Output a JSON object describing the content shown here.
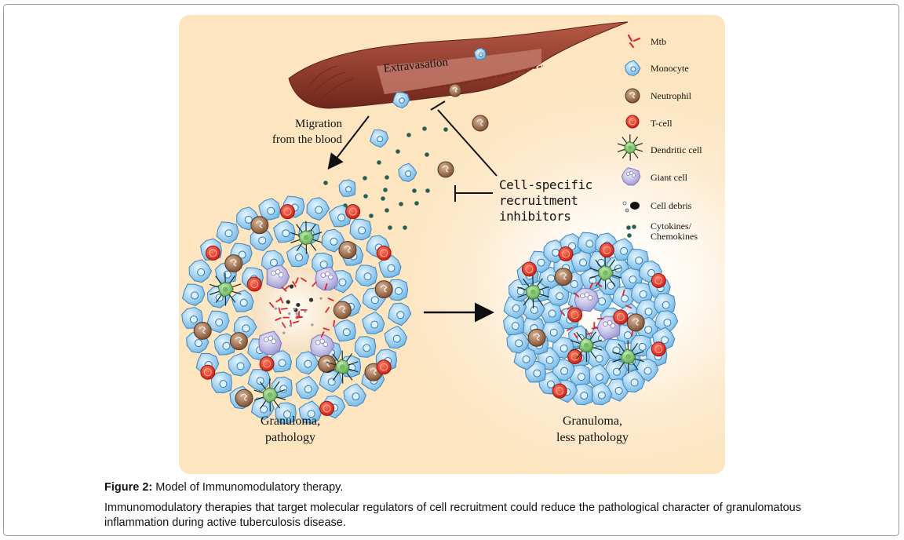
{
  "figure": {
    "blood_vessel_label": "Extravasation",
    "migration_label": [
      "Migration",
      "from the blood"
    ],
    "inhibitor_label": [
      "Cell-specific",
      "recruitment",
      "inhibitors"
    ],
    "granuloma_left_label": [
      "Granuloma,",
      "pathology"
    ],
    "granuloma_right_label": [
      "Granuloma,",
      "less pathology"
    ]
  },
  "legend": {
    "items": [
      {
        "icon": "mtb-icon",
        "label": "Mtb",
        "color": "#e0262b"
      },
      {
        "icon": "monocyte-icon",
        "label": "Monocyte",
        "color": "#9fd3f2"
      },
      {
        "icon": "neutrophil-icon",
        "label": "Neutrophil",
        "color": "#8b5a3c"
      },
      {
        "icon": "t-cell-icon",
        "label": "T-cell",
        "color": "#e23a2a"
      },
      {
        "icon": "dendritic-cell-icon",
        "label": "Dendritic cell",
        "color": "#8cc878"
      },
      {
        "icon": "giant-cell-icon",
        "label": "Giant cell",
        "color": "#b9b6e0"
      },
      {
        "icon": "cell-debris-icon",
        "label": "Cell debris",
        "color": "#222222"
      },
      {
        "icon": "cytokines-icon",
        "label": "Cytokines/\nChemokines",
        "color": "#2a5e58"
      }
    ]
  },
  "caption": {
    "figure_number": "Figure 2:",
    "title": " Model of Immunomodulatory therapy.",
    "body": "Immunomodulatory therapies that target molecular regulators of cell recruitment could reduce the pathological character of granulomatous inflammation during active tuberculosis disease."
  }
}
